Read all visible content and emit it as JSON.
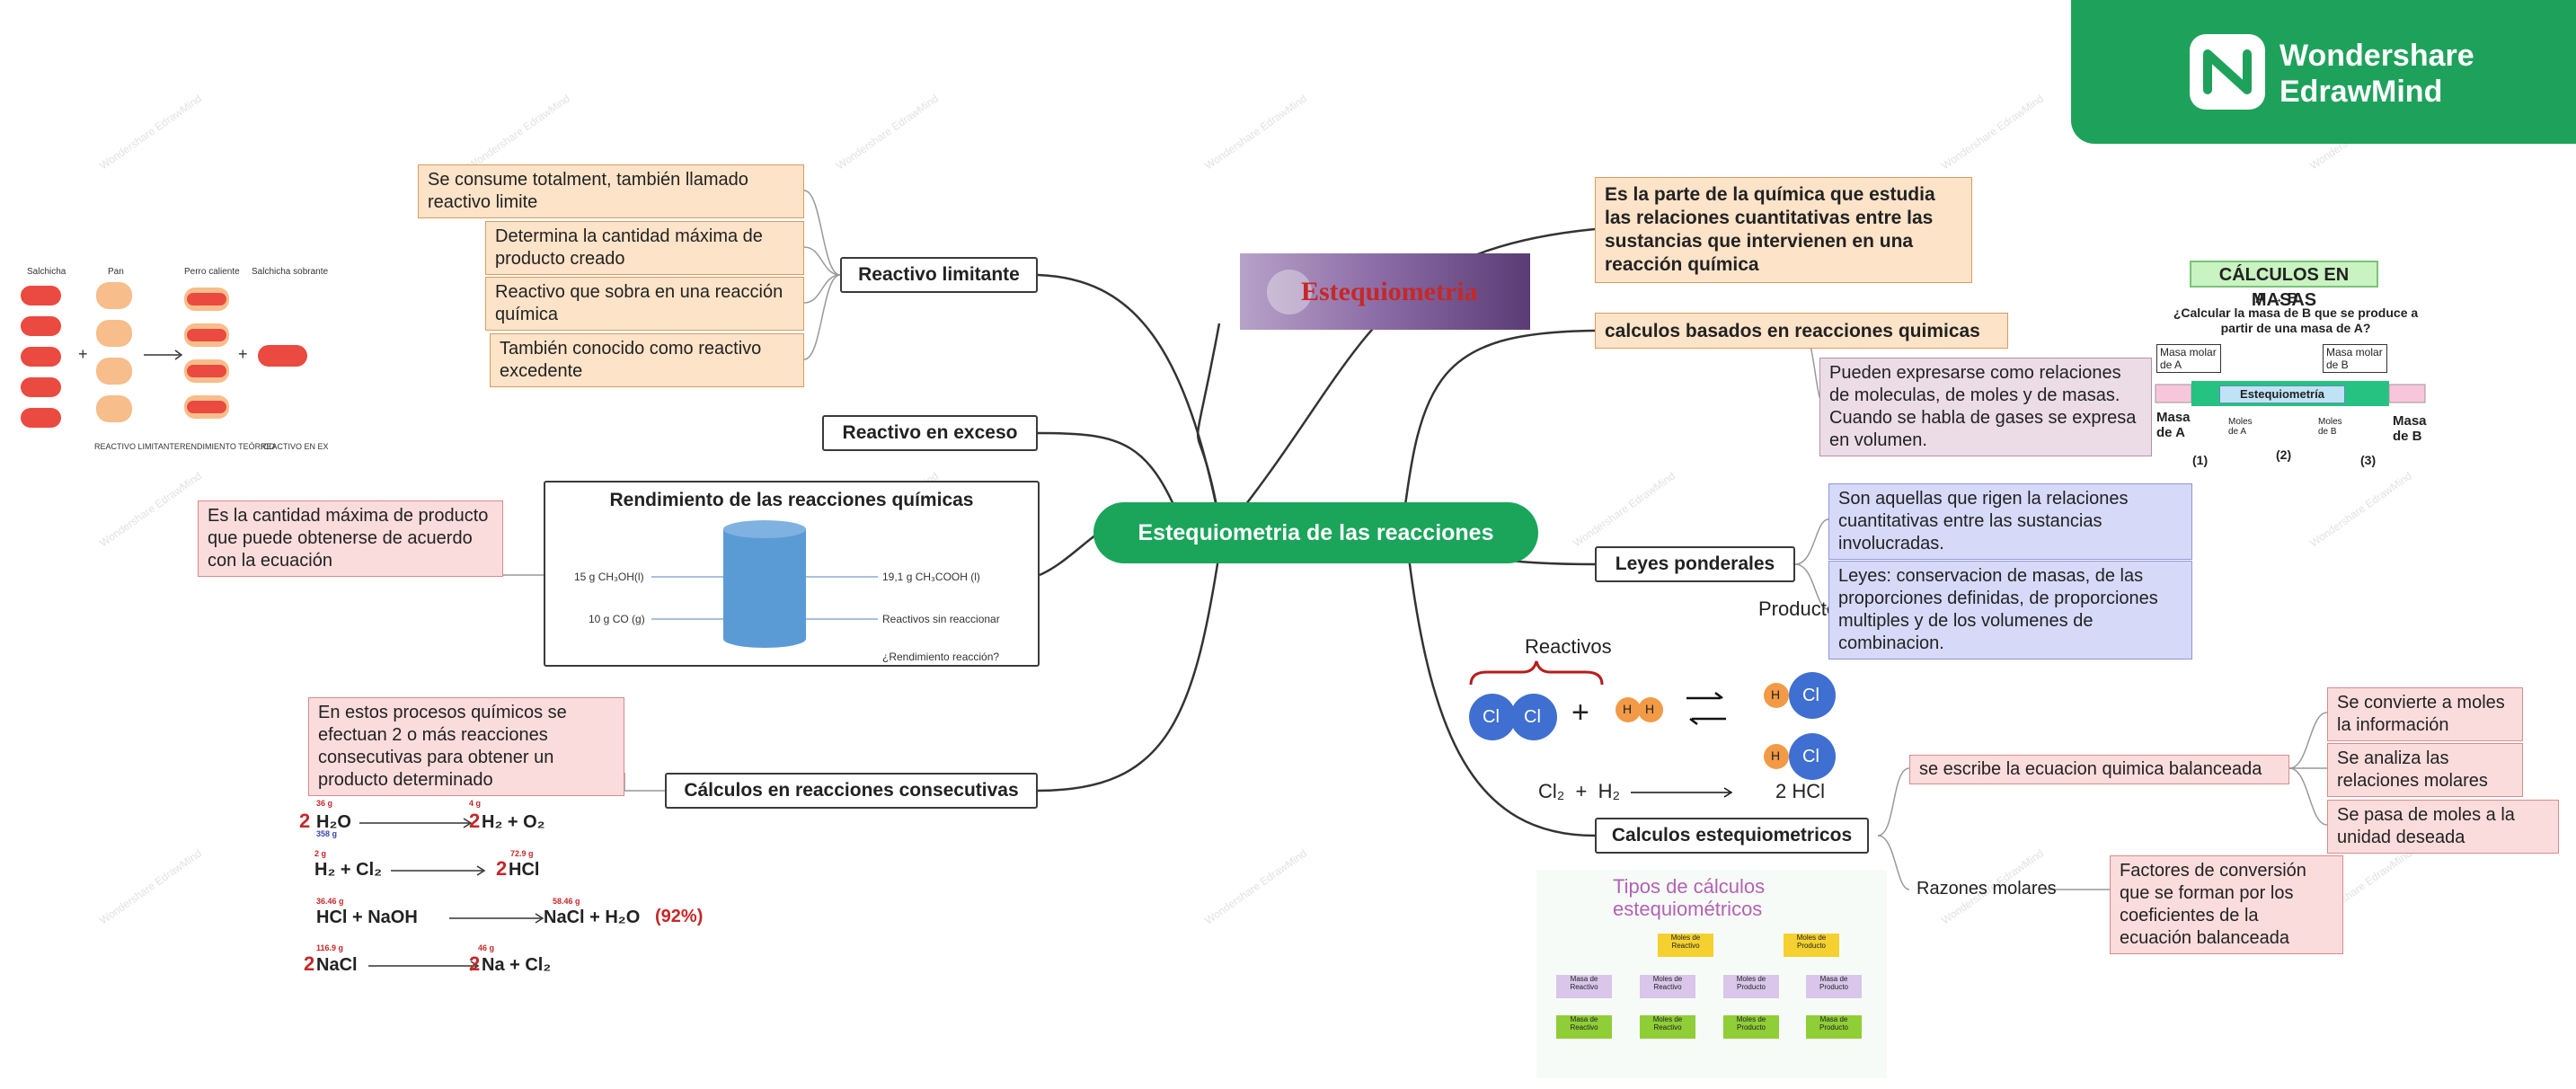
{
  "brand": {
    "line1": "Wondershare",
    "line2": "EdrawMind",
    "color": "#1ea25b"
  },
  "central": {
    "label": "Estequiometria de las reacciones",
    "color": "#1aa55a"
  },
  "watermark": {
    "text": "Wondershare EdrawMind"
  },
  "left": {
    "reactivo_limitante": {
      "label": "Reactivo limitante",
      "notes": [
        "Se consume totalment, también llamado reactivo limite",
        "Determina la cantidad máxima de producto creado",
        "Reactivo que sobra en una reacción química",
        "También conocido como reactivo excedente"
      ]
    },
    "reactivo_exceso": {
      "label": "Reactivo en exceso"
    },
    "rendimiento": {
      "title": "Rendimiento de las reacciones químicas",
      "note": "Es la cantidad máxima de producto que puede obtenerse de acuerdo con la ecuación",
      "in1": "15 g CH₃OH(l)",
      "in2": "10 g CO (g)",
      "out1": "19,1 g CH₃COOH (l)",
      "out2": "Reactivos sin reaccionar",
      "out3": "¿Rendimiento reacción?"
    },
    "consecutivas": {
      "label": "Cálculos en reacciones consecutivas",
      "note": "En estos procesos químicos se efectuan 2 o más reacciones consecutivas para obtener un producto determinado",
      "eq1": {
        "coef": "2",
        "left": "H₂O",
        "top": "36 g",
        "bottom": "358 g",
        "rtop": "4 g",
        "rcoef": "2",
        "right": "H₂ + O₂"
      },
      "eq2": {
        "top": "2 g",
        "left": "H₂ + Cl₂",
        "rtop": "72.9 g",
        "rcoef": "2",
        "right": "HCl"
      },
      "eq3": {
        "top": "36.46 g",
        "left": "HCl + NaOH",
        "rtop": "58.46 g",
        "right": "NaCl + H₂O",
        "pct": "(92%)"
      },
      "eq4": {
        "coef": "2",
        "top": "116.9 g",
        "left": "NaCl",
        "rtop": "46 g",
        "rcoef": "2",
        "right": "Na + Cl₂"
      }
    },
    "sausage": {
      "l1": "Salchicha",
      "l2": "Pan",
      "l3": "Perro caliente",
      "l4": "Salchicha sobrante",
      "b1": "REACTIVO LIMITANTE",
      "b2": "RENDIMIENTO TEÓRICO",
      "b3": "REACTIVO EN EXCESO"
    }
  },
  "right": {
    "banner": "Estequiometria",
    "definition": "Es la parte de la química que estudia las relaciones cuantitativas entre las sustancias que intervienen en una reacción química",
    "calculos_basados": {
      "label": "calculos basados en reacciones quimicas",
      "note": "Pueden expresarse como relaciones de moleculas, de moles y de masas. Cuando se habla de gases se expresa en volumen."
    },
    "masas": {
      "title": "CÁLCULOS EN MASAS",
      "eq": "A → B",
      "q": "¿Calcular la masa de B que se produce a partir de una masa de A?",
      "mma": "Masa molar de A",
      "mmb": "Masa molar de B",
      "core": "Estequiometría",
      "ma": "Masa de A",
      "mb": "Masa de B",
      "molesa": "Moles de A",
      "molesb": "Moles de B",
      "s1": "(1)",
      "s2": "(2)",
      "s3": "(3)"
    },
    "leyes": {
      "label": "Leyes ponderales",
      "n1": "Son aquellas que rigen la relaciones cuantitativas entre las sustancias involucradas.",
      "n2": "Leyes: conservacion de masas, de las proporciones definidas, de proporciones multiples y de los volumenes de combinacion."
    },
    "molecule": {
      "reactivos": "Reactivos",
      "productos": "Productos",
      "cl": "Cl",
      "h": "H",
      "plus": "+",
      "eq_left": "Cl₂  +  H₂",
      "eq_right": "2 HCl"
    },
    "calculos": {
      "label": "Calculos estequiometricos",
      "ecuacion": "se escribe la ecuacion quimica balanceada",
      "steps": [
        "Se convierte a moles la información",
        "Se analiza las relaciones molares",
        "Se pasa de moles a la unidad deseada"
      ],
      "razones": "Razones molares",
      "factores": "Factores de conversión que se forman por los coeficientes de la ecuación balanceada"
    },
    "tipos": {
      "title": "Tipos de cálculos estequiométricos",
      "r1a": "Moles de Reactivo",
      "r1b": "Moles de Producto",
      "r2a": "Masa de Reactivo",
      "r2b": "Moles de Reactivo",
      "r2c": "Moles de Producto",
      "r2d": "Masa de Producto",
      "r3a": "Masa de Reactivo",
      "r3b": "Moles de Reactivo",
      "r3c": "Moles de Producto",
      "r3d": "Masa de Producto"
    }
  }
}
